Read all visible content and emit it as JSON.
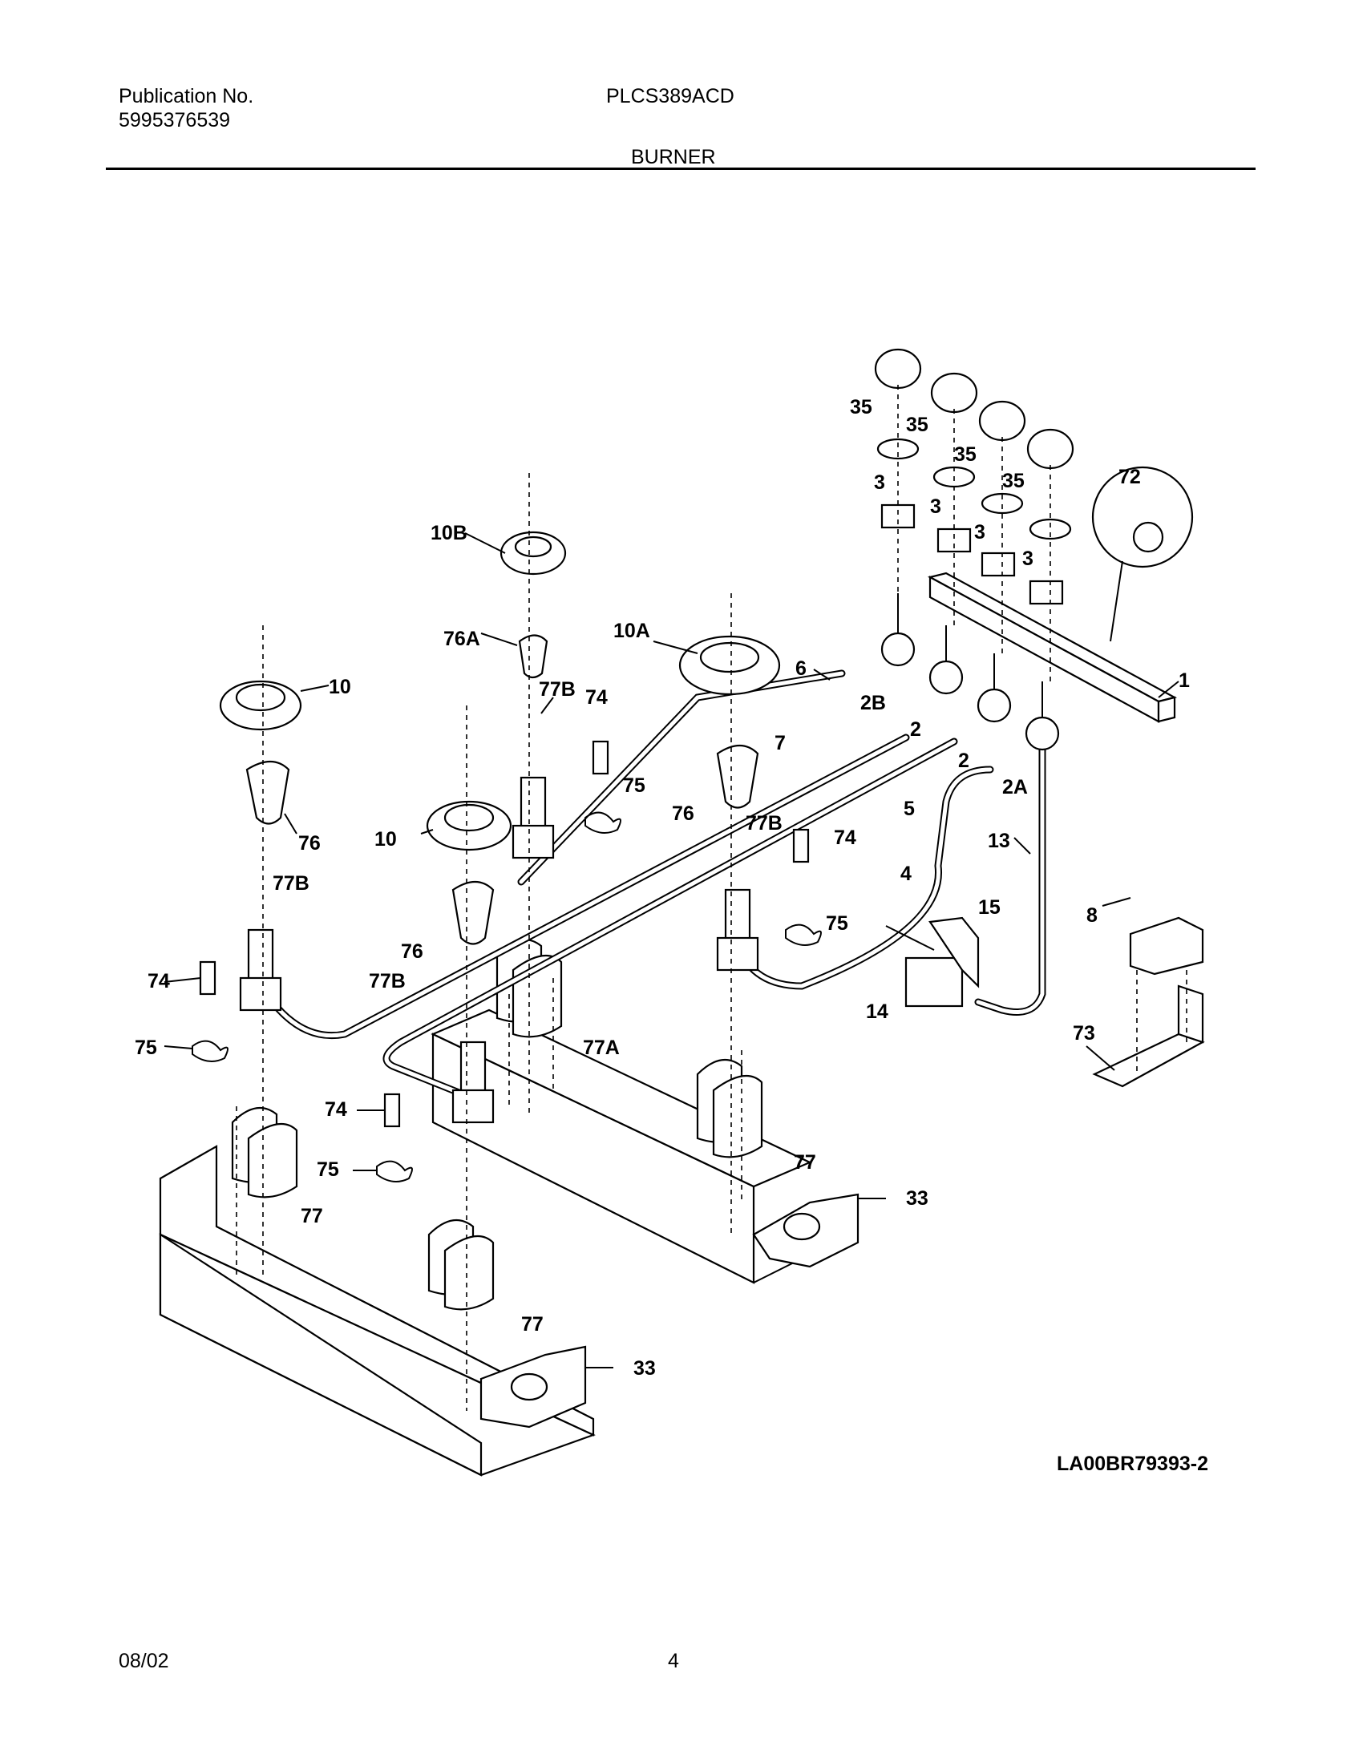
{
  "header": {
    "publication_label": "Publication No.",
    "publication_number": "5995376539",
    "model": "PLCS389ACD",
    "section_title": "BURNER"
  },
  "callouts": {
    "c1": "1",
    "c2a": "2",
    "c2b": "2",
    "c2A": "2A",
    "c2B": "2B",
    "c3a": "3",
    "c3b": "3",
    "c3c": "3",
    "c3d": "3",
    "c4": "4",
    "c5": "5",
    "c6": "6",
    "c7": "7",
    "c8": "8",
    "c10a": "10",
    "c10b": "10",
    "c10A": "10A",
    "c10B": "10B",
    "c13": "13",
    "c14": "14",
    "c15": "15",
    "c33a": "33",
    "c33b": "33",
    "c35a": "35",
    "c35b": "35",
    "c35c": "35",
    "c35d": "35",
    "c72": "72",
    "c73": "73",
    "c74a": "74",
    "c74b": "74",
    "c74c": "74",
    "c74d": "74",
    "c75a": "75",
    "c75b": "75",
    "c75c": "75",
    "c75d": "75",
    "c76a": "76",
    "c76b": "76",
    "c76c": "76",
    "c76A": "76A",
    "c77a": "77",
    "c77b": "77",
    "c77c": "77",
    "c77A": "77A",
    "c77Ba": "77B",
    "c77Bb": "77B",
    "c77Bc": "77B",
    "c77Bd": "77B"
  },
  "diagram_code": "LA00BR79393-2",
  "footer": {
    "date": "08/02",
    "page": "4"
  }
}
